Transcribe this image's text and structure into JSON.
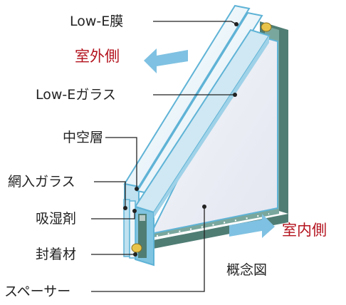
{
  "labels": {
    "low_e_film": "Low-E膜",
    "outdoor": "室外側",
    "low_e_glass": "Low-Eガラス",
    "air_layer": "中空層",
    "wired_glass": "網入ガラス",
    "desiccant": "吸湿剤",
    "sealant": "封着材",
    "spacer": "スペーサー",
    "indoor": "室内側",
    "concept": "概念図"
  },
  "colors": {
    "glass_edge": "#5fb3d6",
    "glass_face": "#e4f1f8",
    "pane_inner": "#eef0f6",
    "frame_dark": "#4f7d74",
    "frame_mid": "#7aa79d",
    "frame_light": "#c9d8e2",
    "sealant": "#e8c44a",
    "arrow": "#7fc1e2",
    "accent_red": "#b3121d",
    "leader": "#222222"
  }
}
